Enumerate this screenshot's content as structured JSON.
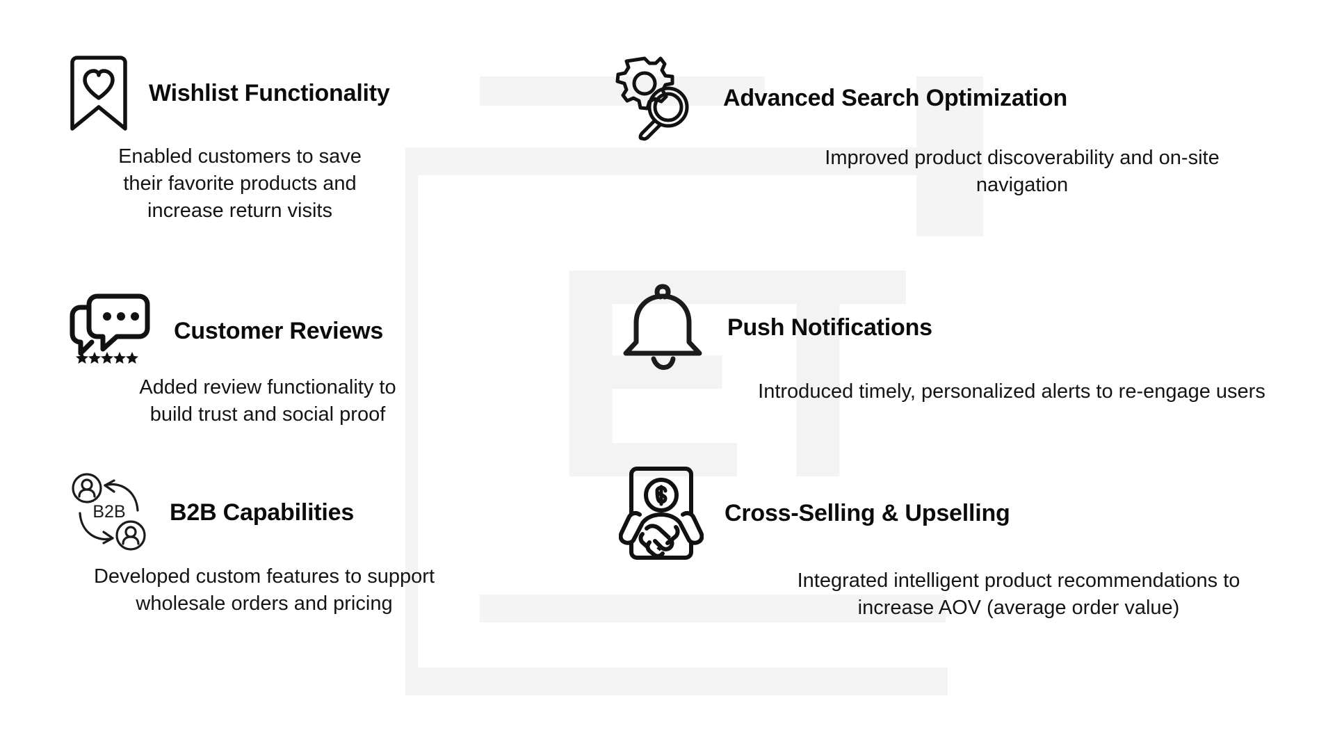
{
  "background": {
    "watermark_letters": [
      "E",
      "T"
    ],
    "watermark_color": "#f3f3f3",
    "page_background": "#ffffff"
  },
  "theme": {
    "text_color": "#0b0b0b",
    "body_text_color": "#141414",
    "icon_stroke": "#111111"
  },
  "features": [
    {
      "id": "wishlist",
      "icon": "bookmark-heart-icon",
      "title": "Wishlist Functionality",
      "description": "Enabled customers to save their favorite products and increase return visits"
    },
    {
      "id": "search",
      "icon": "gear-magnifier-icon",
      "title": "Advanced Search Optimization",
      "description": "Improved product discoverability and on-site navigation"
    },
    {
      "id": "reviews",
      "icon": "chat-bubble-stars-icon",
      "title": "Customer Reviews",
      "description": "Added review functionality to build trust and social proof"
    },
    {
      "id": "push",
      "icon": "bell-icon",
      "title": "Push Notifications",
      "description": "Introduced timely, personalized alerts to re-engage users"
    },
    {
      "id": "b2b",
      "icon": "b2b-users-exchange-icon",
      "title": "B2B Capabilities",
      "description": "Developed custom features to support wholesale orders and pricing",
      "icon_label": "B2B"
    },
    {
      "id": "cross",
      "icon": "handshake-money-icon",
      "title": "Cross-Selling & Upselling",
      "description": "Integrated intelligent product recommendations to increase AOV (average order value)"
    }
  ]
}
